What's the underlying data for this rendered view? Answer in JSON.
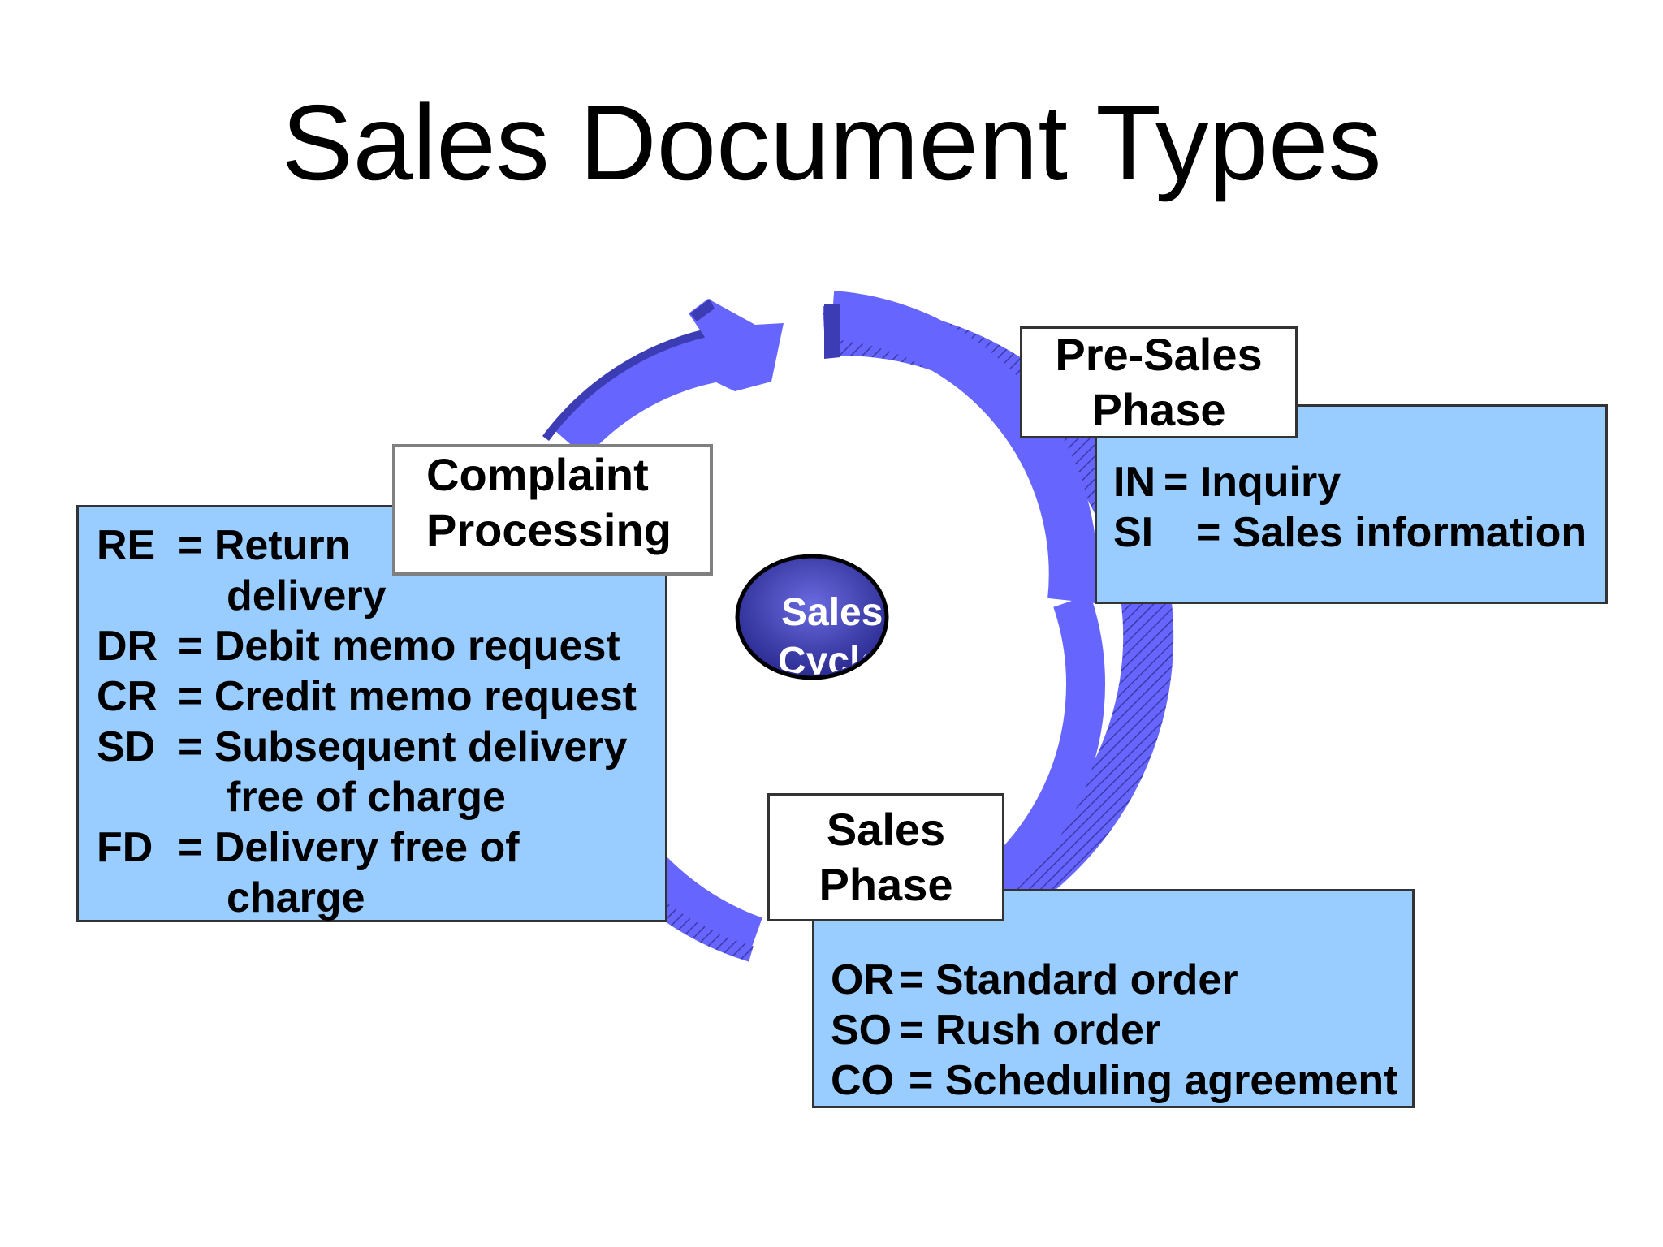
{
  "title": "Sales Document Types",
  "center": {
    "line1": "Sales",
    "line2": "Cycle"
  },
  "presales": {
    "label_line1": "Pre-Sales",
    "label_line2": "Phase",
    "items": [
      {
        "code": "IN",
        "desc": "= Inquiry"
      },
      {
        "code": "SI",
        "desc": "= Sales information"
      }
    ]
  },
  "sales": {
    "label_line1": "Sales",
    "label_line2": "Phase",
    "items": [
      {
        "code": "OR",
        "desc": "= Standard order"
      },
      {
        "code": "SO",
        "desc": "= Rush order"
      },
      {
        "code": "CO",
        "desc": "= Scheduling agreement"
      }
    ]
  },
  "complaint": {
    "label_line1": "Complaint",
    "label_line2": "Processing",
    "items": [
      {
        "code": "RE",
        "desc": "= Return",
        "cont": "delivery"
      },
      {
        "code": "DR",
        "desc": "= Debit memo request"
      },
      {
        "code": "CR",
        "desc": "= Credit memo request"
      },
      {
        "code": "SD",
        "desc": "= Subsequent delivery",
        "cont": "free of charge"
      },
      {
        "code": "FD",
        "desc": "= Delivery free of",
        "cont": "charge"
      }
    ]
  },
  "colors": {
    "arrow": "#6666ff",
    "arrow_shadow": "#4040c0",
    "box_fill": "#99ccff",
    "hub_fill": "#3333aa"
  }
}
